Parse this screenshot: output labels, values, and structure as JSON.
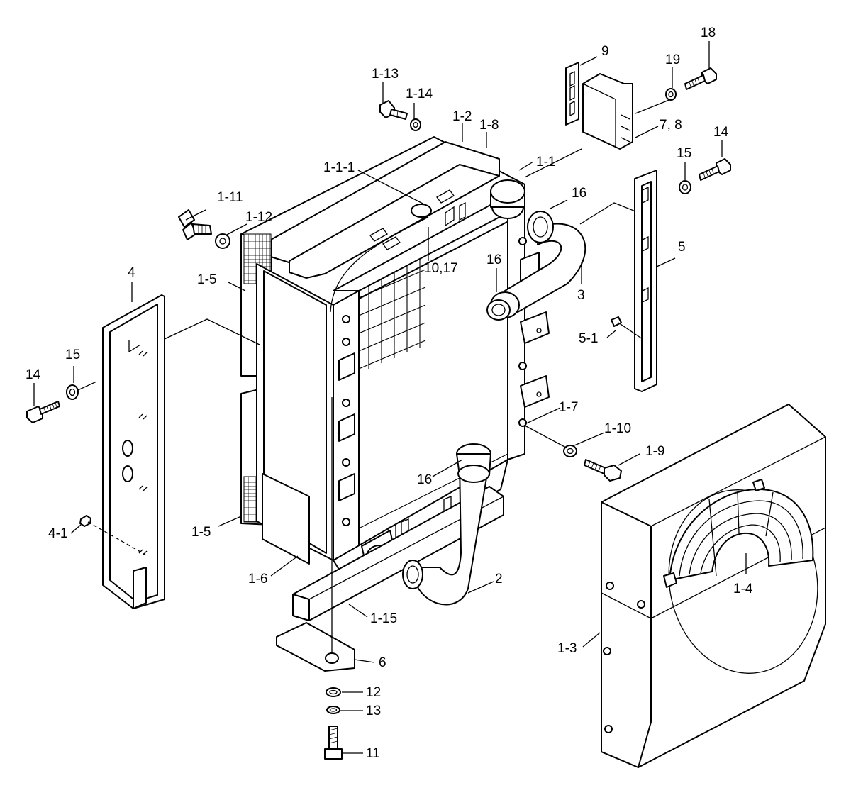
{
  "callouts": [
    {
      "id": "c_18",
      "text": "18"
    },
    {
      "id": "c_9",
      "text": "9"
    },
    {
      "id": "c_19",
      "text": "19"
    },
    {
      "id": "c_1_13",
      "text": "1-13"
    },
    {
      "id": "c_1_14",
      "text": "1-14"
    },
    {
      "id": "c_1_2",
      "text": "1-2"
    },
    {
      "id": "c_1_8",
      "text": "1-8"
    },
    {
      "id": "c_7_8",
      "text": "7, 8"
    },
    {
      "id": "c_14_r",
      "text": "14"
    },
    {
      "id": "c_15_r",
      "text": "15"
    },
    {
      "id": "c_1_1_1",
      "text": "1-1-1"
    },
    {
      "id": "c_1_1",
      "text": "1-1"
    },
    {
      "id": "c_16_a",
      "text": "16"
    },
    {
      "id": "c_1_11",
      "text": "1-11"
    },
    {
      "id": "c_1_12",
      "text": "1-12"
    },
    {
      "id": "c_5",
      "text": "5"
    },
    {
      "id": "c_4",
      "text": "4"
    },
    {
      "id": "c_10_17",
      "text": "10,17"
    },
    {
      "id": "c_16_b",
      "text": "16"
    },
    {
      "id": "c_1_5_top",
      "text": "1-5"
    },
    {
      "id": "c_3",
      "text": "3"
    },
    {
      "id": "c_5_1",
      "text": "5-1"
    },
    {
      "id": "c_15_l",
      "text": "15"
    },
    {
      "id": "c_14_l",
      "text": "14"
    },
    {
      "id": "c_1_7",
      "text": "1-7"
    },
    {
      "id": "c_1_10",
      "text": "1-10"
    },
    {
      "id": "c_1_9",
      "text": "1-9"
    },
    {
      "id": "c_16_c",
      "text": "16"
    },
    {
      "id": "c_1_5_bot",
      "text": "1-5"
    },
    {
      "id": "c_4_1",
      "text": "4-1"
    },
    {
      "id": "c_1_6",
      "text": "1-6"
    },
    {
      "id": "c_2",
      "text": "2"
    },
    {
      "id": "c_1_4",
      "text": "1-4"
    },
    {
      "id": "c_1_15",
      "text": "1-15"
    },
    {
      "id": "c_1_3",
      "text": "1-3"
    },
    {
      "id": "c_6",
      "text": "6"
    },
    {
      "id": "c_12",
      "text": "12"
    },
    {
      "id": "c_13",
      "text": "13"
    },
    {
      "id": "c_11",
      "text": "11"
    }
  ]
}
